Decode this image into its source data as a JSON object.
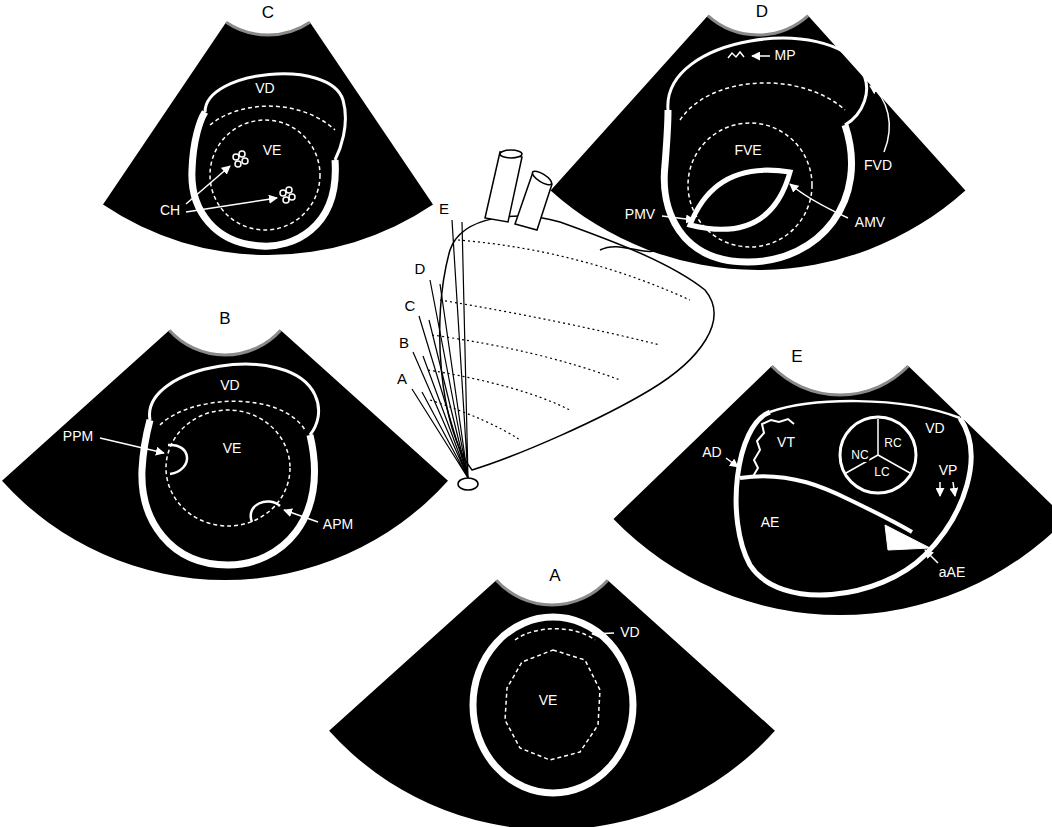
{
  "diagram": {
    "labels": [
      "C",
      "D",
      "VD",
      "MP",
      "VE",
      "FVE",
      "CH",
      "FVD",
      "PMV",
      "AMV",
      "E",
      "D",
      "C",
      "B",
      "A",
      "B",
      "VD",
      "PPM",
      "VE",
      "APM",
      "E",
      "VT",
      "VD",
      "AD",
      "NC",
      "RC",
      "LC",
      "VP",
      "AE",
      "aAE",
      "A",
      "VD",
      "VE"
    ]
  }
}
